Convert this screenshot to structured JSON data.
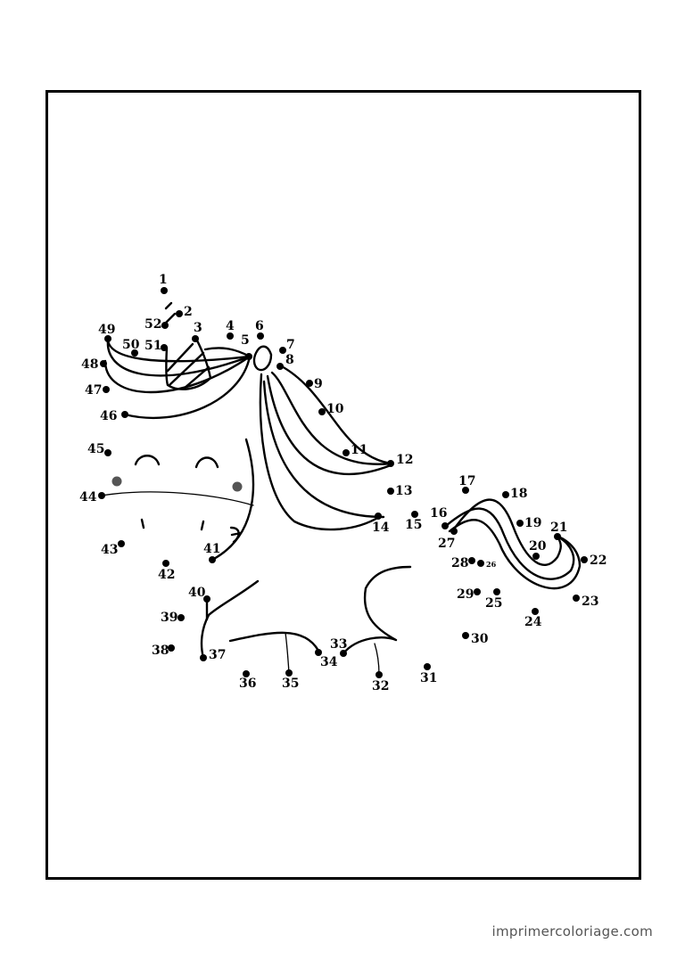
{
  "credit": "imprimercoloriage.com",
  "dots": [
    {
      "n": "1"
    },
    {
      "n": "2"
    },
    {
      "n": "3"
    },
    {
      "n": "4"
    },
    {
      "n": "5"
    },
    {
      "n": "6"
    },
    {
      "n": "7"
    },
    {
      "n": "8"
    },
    {
      "n": "9"
    },
    {
      "n": "10"
    },
    {
      "n": "11"
    },
    {
      "n": "12"
    },
    {
      "n": "13"
    },
    {
      "n": "14"
    },
    {
      "n": "15"
    },
    {
      "n": "16"
    },
    {
      "n": "17"
    },
    {
      "n": "18"
    },
    {
      "n": "19"
    },
    {
      "n": "20"
    },
    {
      "n": "21"
    },
    {
      "n": "22"
    },
    {
      "n": "23"
    },
    {
      "n": "24"
    },
    {
      "n": "25"
    },
    {
      "n": "26"
    },
    {
      "n": "27"
    },
    {
      "n": "28"
    },
    {
      "n": "29"
    },
    {
      "n": "30"
    },
    {
      "n": "31"
    },
    {
      "n": "32"
    },
    {
      "n": "33"
    },
    {
      "n": "34"
    },
    {
      "n": "35"
    },
    {
      "n": "36"
    },
    {
      "n": "37"
    },
    {
      "n": "38"
    },
    {
      "n": "39"
    },
    {
      "n": "40"
    },
    {
      "n": "41"
    },
    {
      "n": "42"
    },
    {
      "n": "43"
    },
    {
      "n": "44"
    },
    {
      "n": "45"
    },
    {
      "n": "46"
    },
    {
      "n": "47"
    },
    {
      "n": "48"
    },
    {
      "n": "49"
    },
    {
      "n": "50"
    },
    {
      "n": "51"
    },
    {
      "n": "52"
    }
  ],
  "colors": {
    "ink": "#000000",
    "cheek": "#555555",
    "credit": "#555555"
  }
}
